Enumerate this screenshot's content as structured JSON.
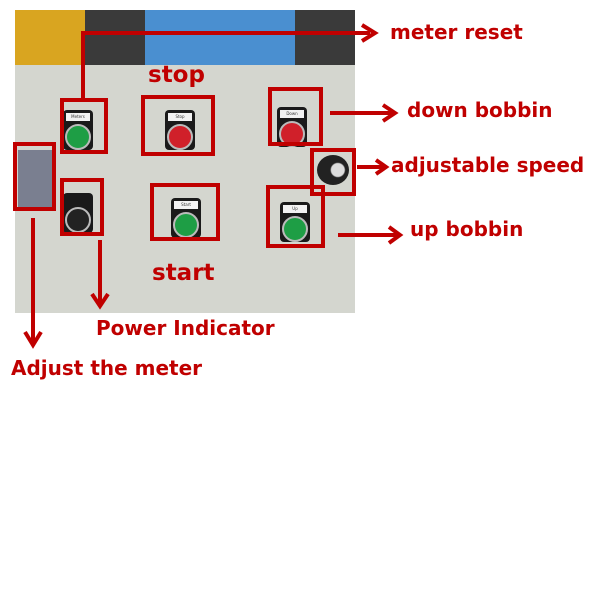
{
  "annotations": {
    "meter_reset": "meter reset",
    "stop": "stop",
    "down_bobbin": "down bobbin",
    "adjustable_speed": "adjustable speed",
    "up_bobbin": "up bobbin",
    "start": "start",
    "power_indicator": "Power Indicator",
    "adjust_meter": "Adjust the meter"
  },
  "button_labels": {
    "meter_reset": "Meters reset",
    "stop": "Stop",
    "down": "Down",
    "start": "Start",
    "up": "Up"
  },
  "colors": {
    "annotation": "#c00000",
    "green_button": "#1e9e45",
    "red_button": "#d0202a",
    "panel": "#d4d6cf"
  }
}
